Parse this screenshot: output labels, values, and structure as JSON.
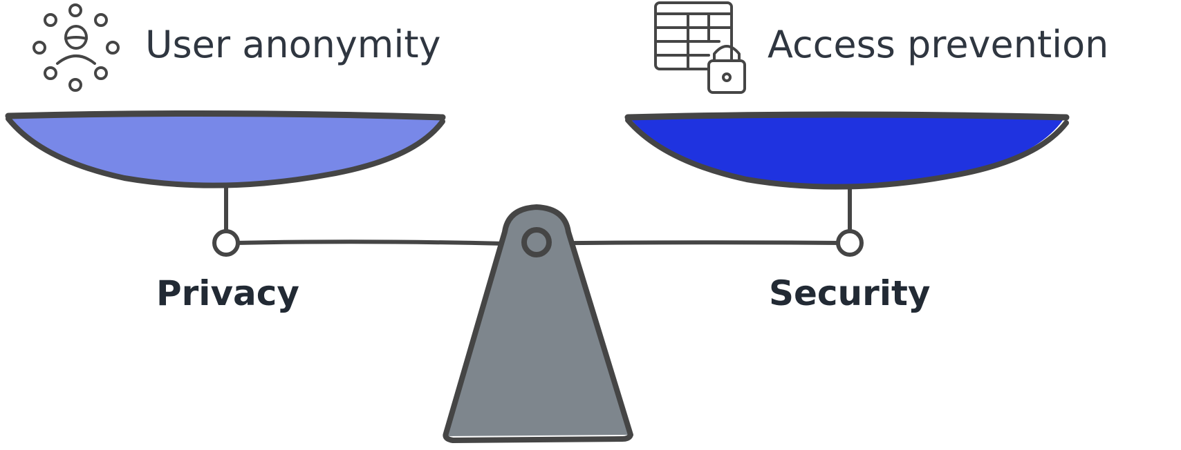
{
  "left_side": {
    "top_label": "User anonymity",
    "bottom_label": "Privacy",
    "icon": "people-anonymity-icon",
    "pan_color": "#7888e8"
  },
  "right_side": {
    "top_label": "Access prevention",
    "bottom_label": "Security",
    "icon": "table-lock-icon",
    "pan_color": "#1f33e0"
  },
  "colors": {
    "stroke": "#454545",
    "fulcrum": "#7e868d",
    "text": "#2f3640"
  }
}
